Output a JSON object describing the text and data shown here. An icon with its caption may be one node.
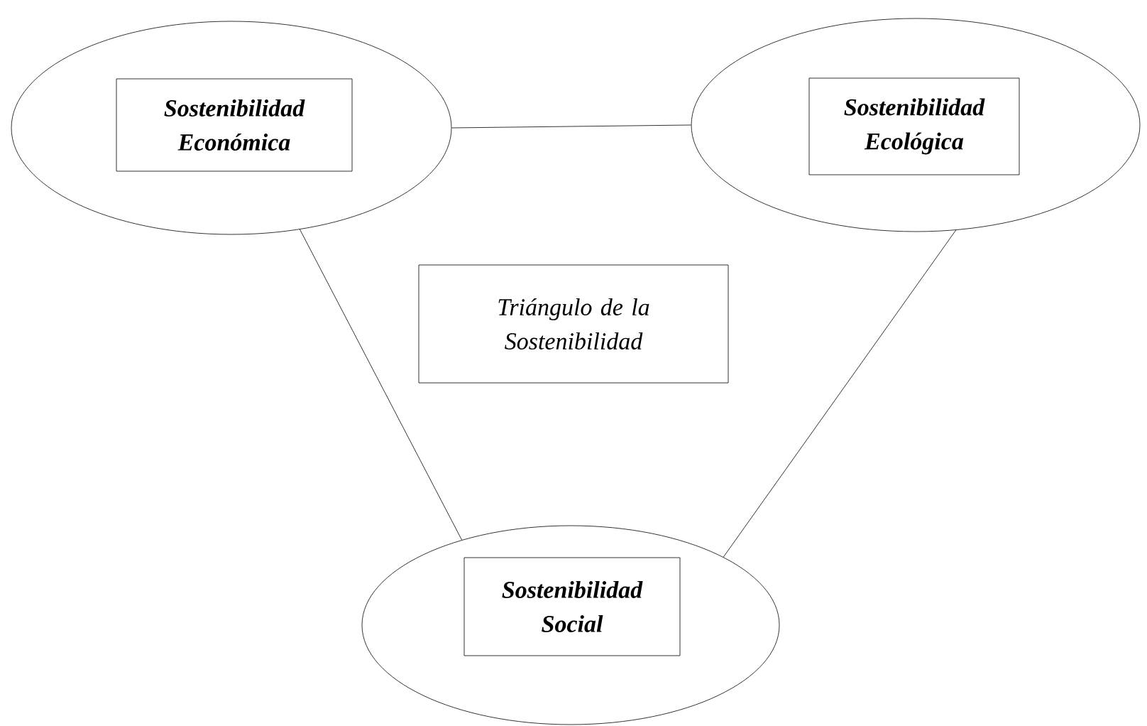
{
  "diagram": {
    "nodes": [
      {
        "text": [],
        "shape": "ellipse"
      },
      {
        "text": [
          "Sostenibilidad Económica"
        ],
        "in": 0
      },
      {
        "text": [],
        "shape": "ellipse"
      },
      {
        "text": [
          "Sostenibilidad Ecológica"
        ],
        "in": 2
      },
      {
        "text": [
          "Triángulo de la Sostenibilidad"
        ]
      },
      {
        "text": [],
        "shape": "ellipse"
      },
      {
        "text": [
          "Sostenibilidad Social"
        ],
        "in": 5
      }
    ],
    "edges": [
      {
        "from": 0,
        "to": 2,
        "arrow": "none"
      },
      {
        "from": 0,
        "to": 5,
        "arrow": "none"
      },
      {
        "from": 2,
        "to": 5,
        "arrow": "none"
      }
    ]
  }
}
